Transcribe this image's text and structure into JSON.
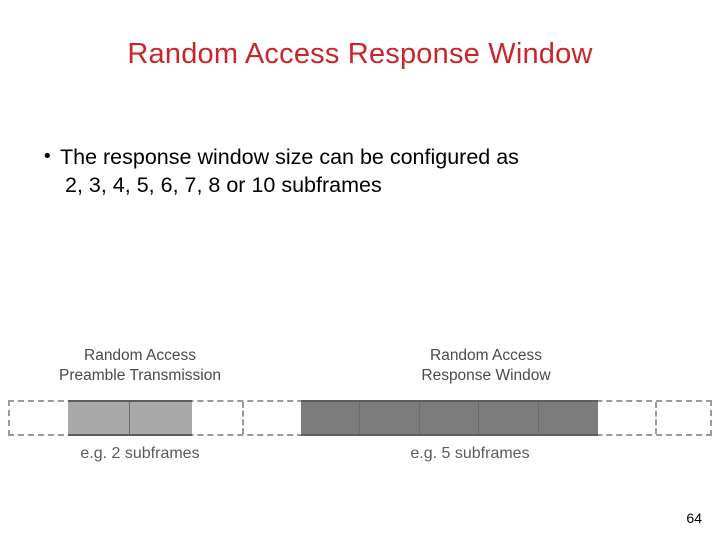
{
  "slide": {
    "title": "Random Access Response Window",
    "title_color": "#C9252B",
    "page_number": "64"
  },
  "body": {
    "bullets": [
      {
        "marker": "•",
        "line1": "The response window size can be configured as",
        "line2": "2, 3, 4, 5, 6, 7, 8 or 10 subframes"
      }
    ]
  },
  "figure": {
    "preamble": {
      "label_line1": "Random Access",
      "label_line2": "Preamble Transmission",
      "caption": "e.g. 2 subframes",
      "subframes": 2,
      "fill_color": "#a9a9a9"
    },
    "response_window": {
      "label_line1": "Random Access",
      "label_line2": "Response Window",
      "caption": "e.g. 5 subframes",
      "subframes": 5,
      "fill_color": "#7c7c7c"
    },
    "timeline": {
      "border_color": "#9a9a9a",
      "style": "dashed"
    }
  }
}
